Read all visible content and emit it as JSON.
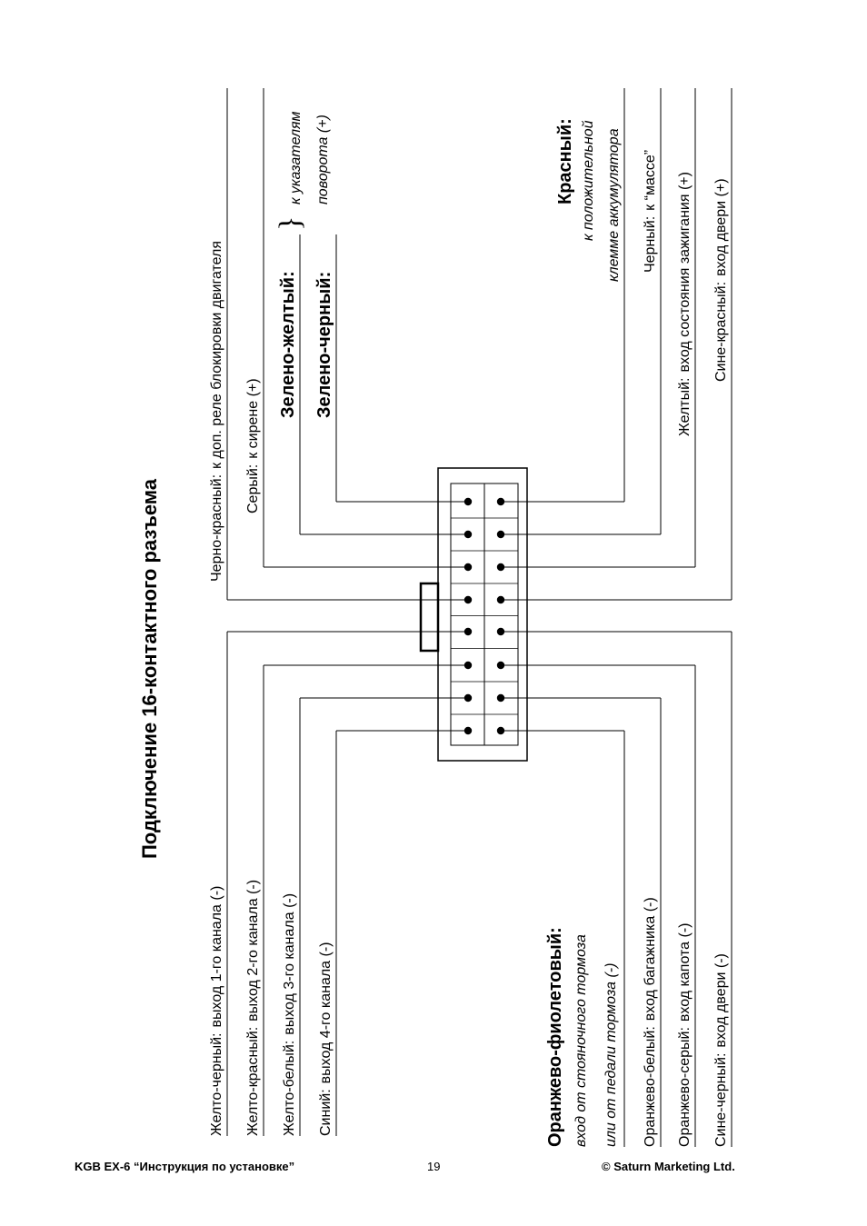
{
  "title": "Подключение 16-контактного разъема",
  "wires_left": [
    {
      "name": "Желто-черный:",
      "desc": "выход 1-го канала (-)"
    },
    {
      "name": "Желто-красный:",
      "desc": "выход 2-го канала (-)"
    },
    {
      "name": "Желто-белый:",
      "desc": "выход 3-го канала (-)"
    },
    {
      "name": "Синий:",
      "desc": "выход 4-го канала (-)"
    },
    {
      "name": "Оранжево-фиолетовый:",
      "desc_lines": [
        "вход от стояночного тормоза",
        "или от педали тормоза (-)"
      ]
    },
    {
      "name": "Оранжево-белый:",
      "desc": "вход багажника (-)"
    },
    {
      "name": "Оранжево-серый:",
      "desc": "вход капота (-)"
    },
    {
      "name": "Сине-черный:",
      "desc": "вход двери (-)"
    }
  ],
  "wires_right": [
    {
      "name": "Черно-красный:",
      "desc": "к доп. реле блокировки двигателя"
    },
    {
      "name": "Серый:",
      "desc": "к сирене (+)"
    },
    {
      "name": "Зелено-желтый:",
      "desc": ""
    },
    {
      "name": "Зелено-черный:",
      "desc": ""
    },
    {
      "name": "Красный:",
      "desc_lines": [
        "к положительной",
        "клемме аккумулятора"
      ]
    },
    {
      "name": "Черный:",
      "desc": "к “массе”"
    },
    {
      "name": "Желтый:",
      "desc": "вход состояния зажигания (+)"
    },
    {
      "name": "Сине-красный:",
      "desc": "вход двери (+)"
    }
  ],
  "turn_signal_note": [
    "к указателям",
    "поворота (+)"
  ],
  "footer": {
    "left": "KGB EX-6 “Инструкция по установке”",
    "center": "19",
    "right": "© Saturn Marketing Ltd."
  }
}
